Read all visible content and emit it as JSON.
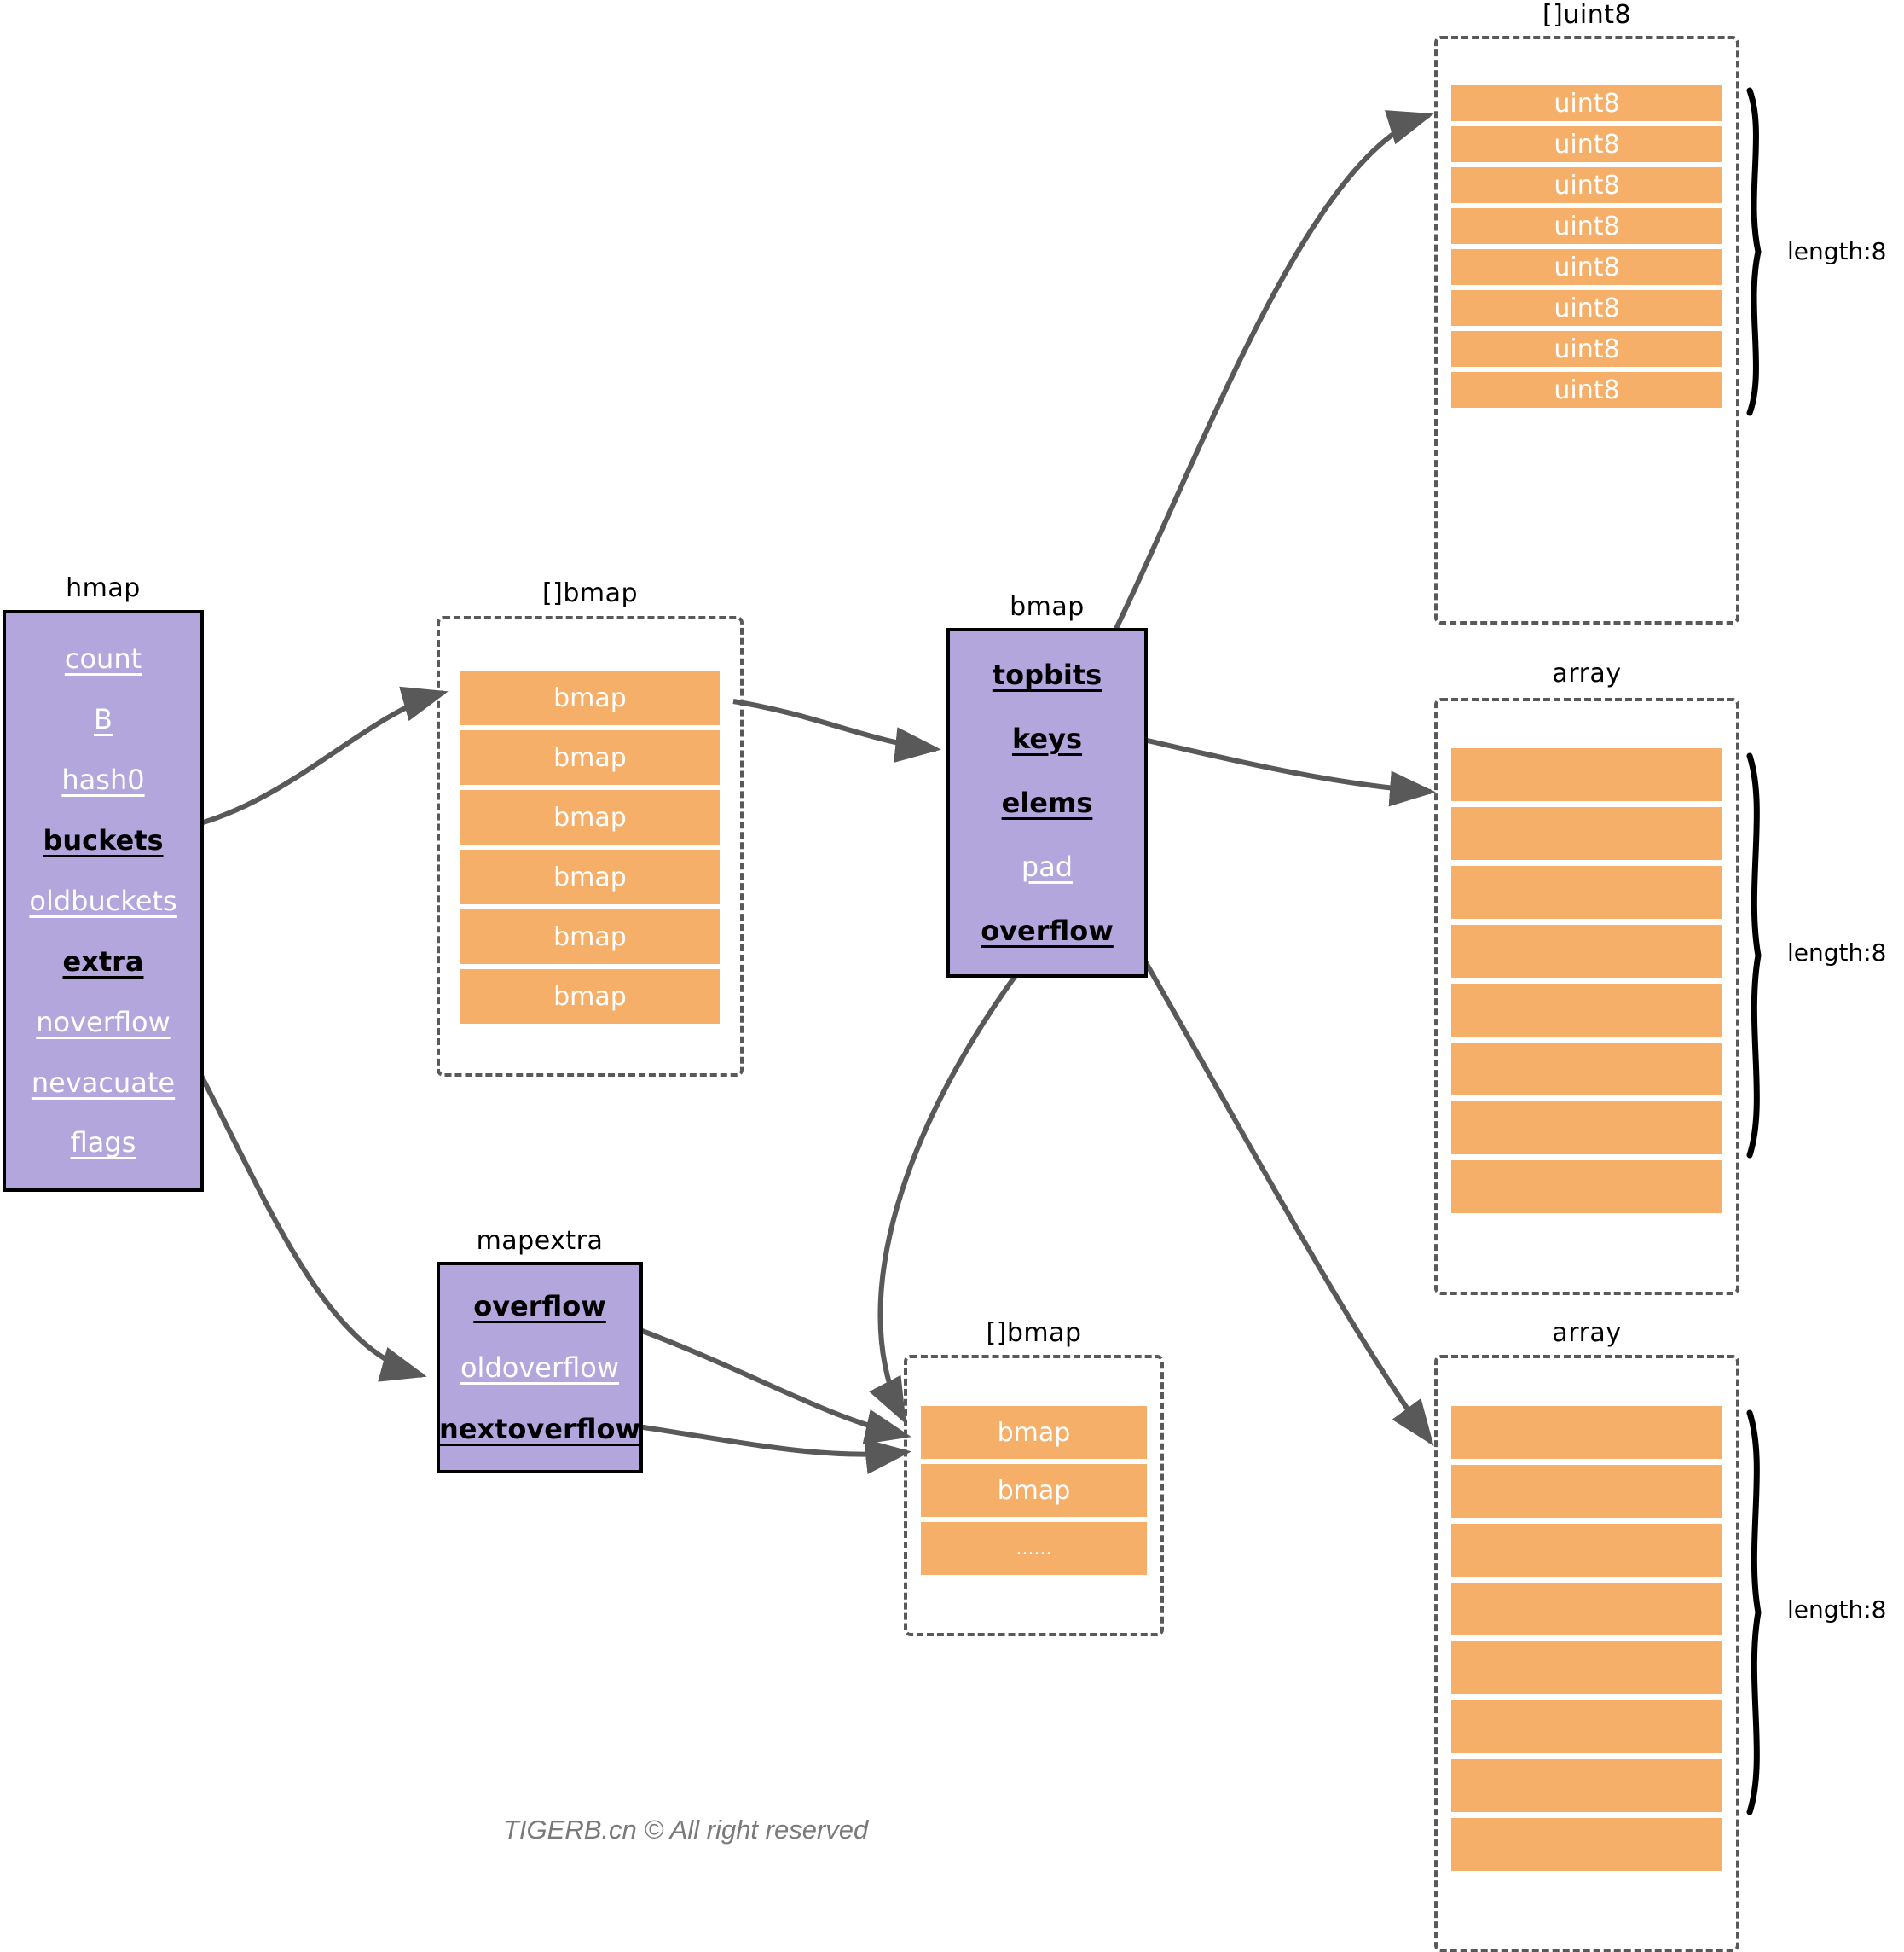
{
  "diagram": {
    "title_hmap": "hmap",
    "title_buckets_slice": "[]bmap",
    "title_bmap": "bmap",
    "title_topbits_slice": "[]uint8",
    "title_keys_array": "array",
    "title_elems_array": "array",
    "title_mapextra": "mapextra",
    "title_overflow_slice": "[]bmap",
    "footer": "TIGERB.cn © All right reserved"
  },
  "colors": {
    "struct_fill": "#b3a6dc",
    "struct_border": "#000000",
    "cell_fill": "#f5af68",
    "dashed_border": "#595959",
    "arrow": "#595959",
    "pointer_text": "#000000",
    "value_text": "#ffffff",
    "footer_text": "#7a7a7a"
  },
  "hmap": {
    "label": "hmap",
    "fields": [
      {
        "name": "count",
        "kind": "value"
      },
      {
        "name": "B",
        "kind": "value"
      },
      {
        "name": "hash0",
        "kind": "value"
      },
      {
        "name": "buckets",
        "kind": "pointer"
      },
      {
        "name": "oldbuckets",
        "kind": "value"
      },
      {
        "name": "extra",
        "kind": "pointer"
      },
      {
        "name": "noverflow",
        "kind": "value"
      },
      {
        "name": "nevacuate",
        "kind": "value"
      },
      {
        "name": "flags",
        "kind": "value"
      }
    ]
  },
  "buckets_slice": {
    "label": "[]bmap",
    "cells": [
      "bmap",
      "bmap",
      "bmap",
      "bmap",
      "bmap",
      "bmap"
    ]
  },
  "bmap": {
    "label": "bmap",
    "fields": [
      {
        "name": "topbits",
        "kind": "pointer"
      },
      {
        "name": "keys",
        "kind": "pointer"
      },
      {
        "name": "elems",
        "kind": "pointer"
      },
      {
        "name": "pad",
        "kind": "value"
      },
      {
        "name": "overflow",
        "kind": "pointer"
      }
    ]
  },
  "topbits_slice": {
    "label": "[]uint8",
    "cells": [
      "uint8",
      "uint8",
      "uint8",
      "uint8",
      "uint8",
      "uint8",
      "uint8",
      "uint8"
    ],
    "length_label": "length:8"
  },
  "keys_array": {
    "label": "array",
    "cells": [
      "",
      "",
      "",
      "",
      "",
      "",
      "",
      ""
    ],
    "length_label": "length:8"
  },
  "elems_array": {
    "label": "array",
    "cells": [
      "",
      "",
      "",
      "",
      "",
      "",
      "",
      ""
    ],
    "length_label": "length:8"
  },
  "mapextra": {
    "label": "mapextra",
    "fields": [
      {
        "name": "overflow",
        "kind": "pointer"
      },
      {
        "name": "oldoverflow",
        "kind": "value"
      },
      {
        "name": "nextoverflow",
        "kind": "pointer"
      }
    ]
  },
  "overflow_slice": {
    "label": "[]bmap",
    "cells": [
      "bmap",
      "bmap",
      "......"
    ]
  }
}
